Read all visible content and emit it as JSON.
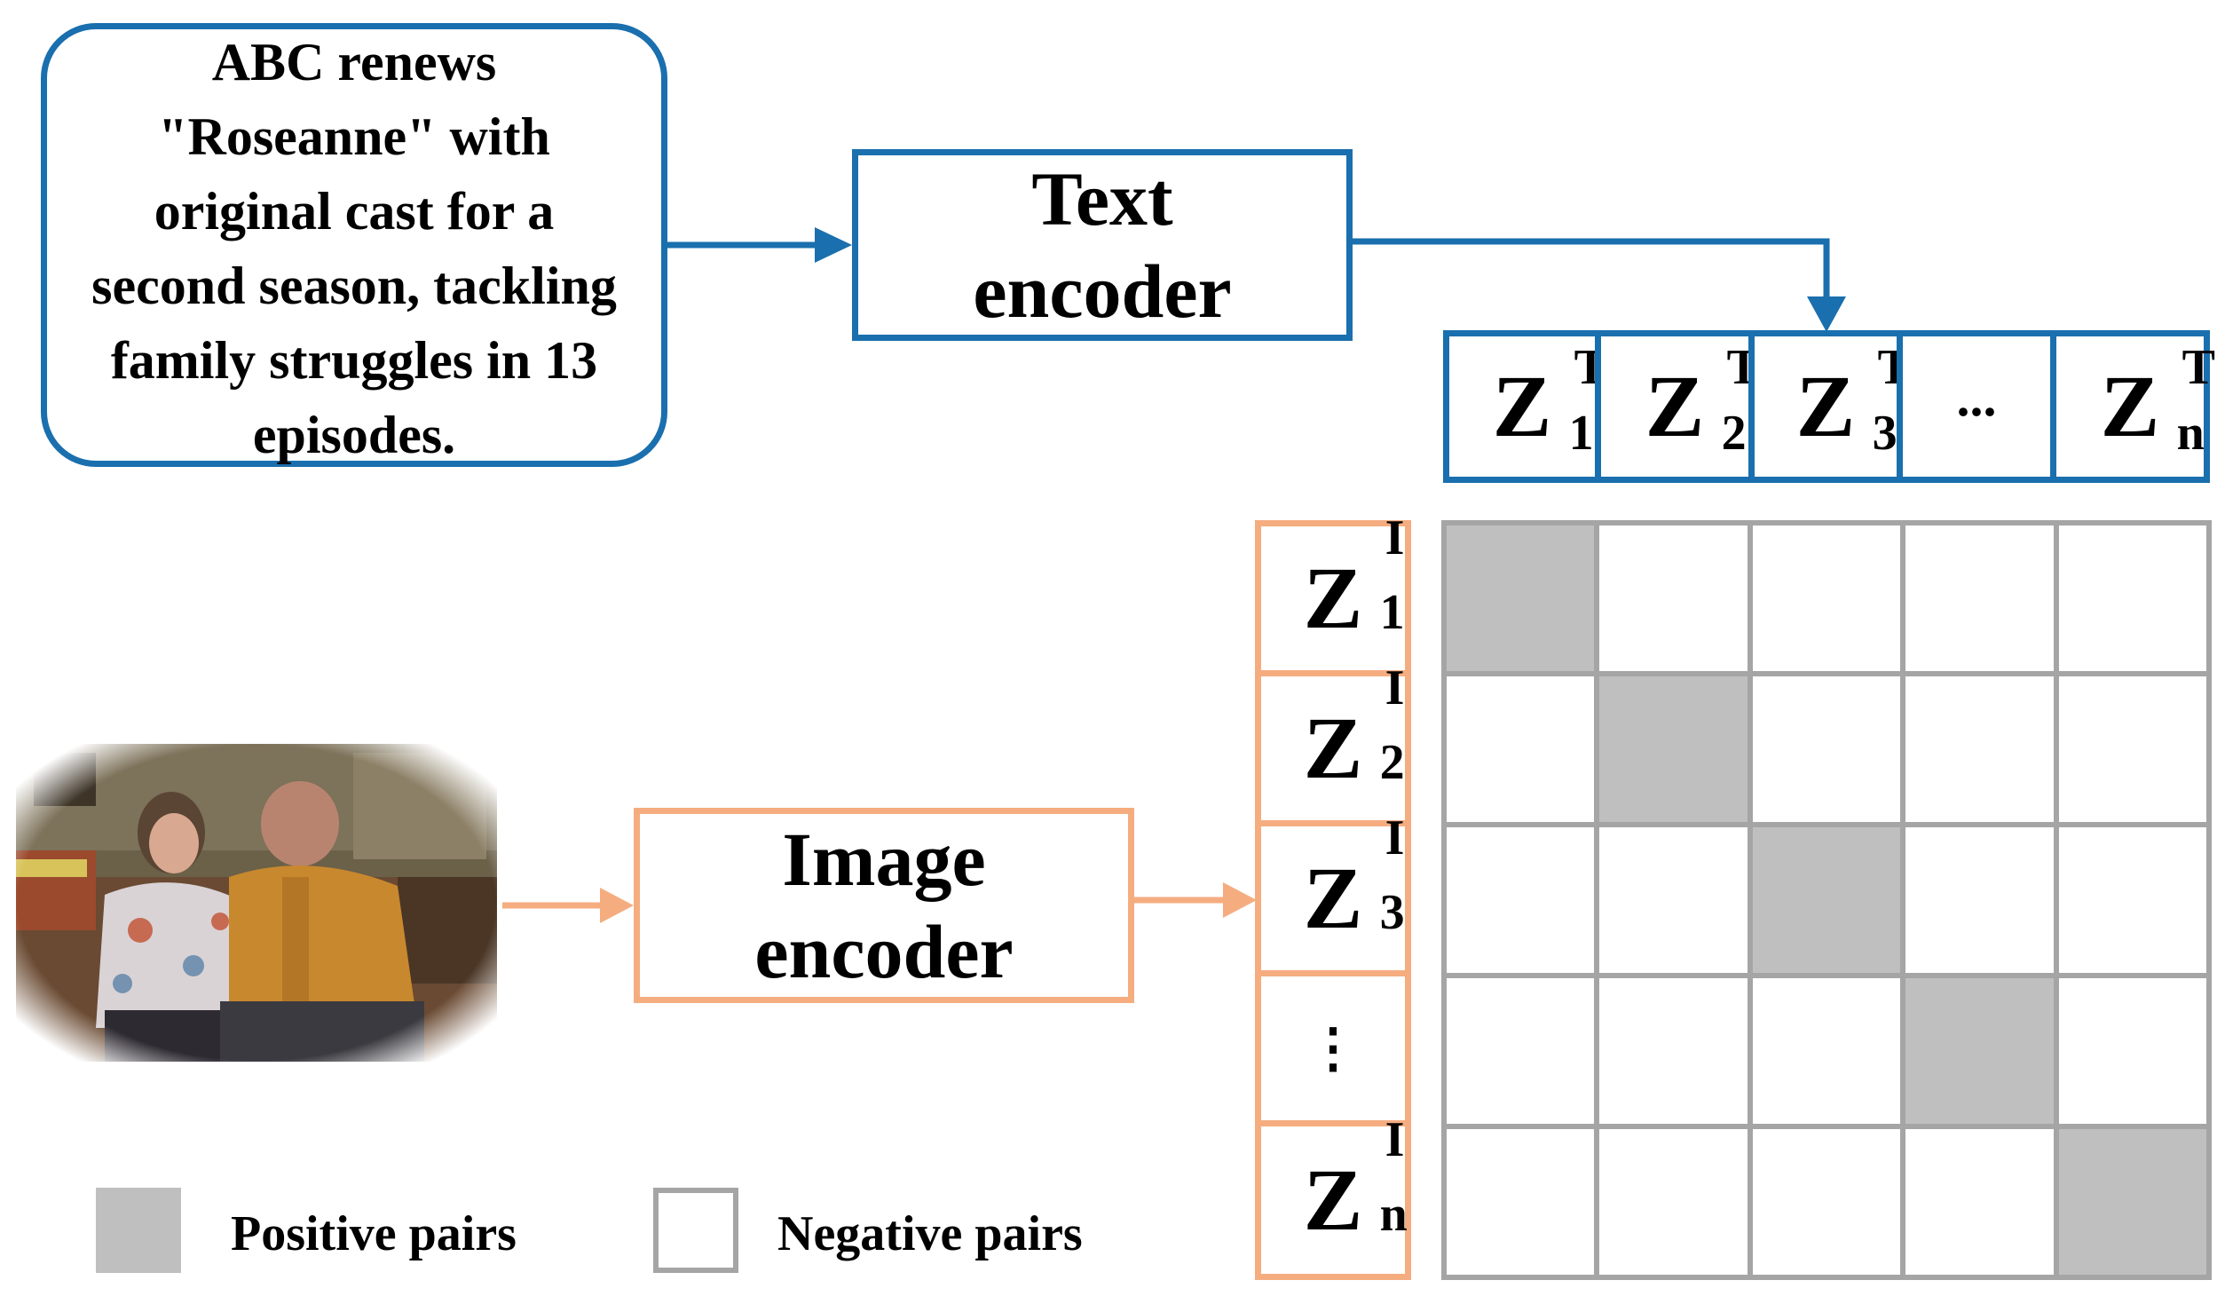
{
  "caption": {
    "lines": [
      "ABC renews",
      "\"Roseanne\" with",
      "original cast for a",
      "second season, tackling",
      "family struggles in 13",
      "episodes."
    ]
  },
  "text_encoder": {
    "line1": "Text",
    "line2": "encoder"
  },
  "image_encoder": {
    "line1": "Image",
    "line2": "encoder"
  },
  "text_embeddings": [
    {
      "base": "Z",
      "sup": "T",
      "sub": "1"
    },
    {
      "base": "Z",
      "sup": "T",
      "sub": "2"
    },
    {
      "base": "Z",
      "sup": "T",
      "sub": "3"
    },
    {
      "ellipsis": "..."
    },
    {
      "base": "Z",
      "sup": "T",
      "sub": "n"
    }
  ],
  "image_embeddings": [
    {
      "base": "Z",
      "sup": "I",
      "sub": "1"
    },
    {
      "base": "Z",
      "sup": "I",
      "sub": "2"
    },
    {
      "base": "Z",
      "sup": "I",
      "sub": "3"
    },
    {
      "ellipsis": "⋮"
    },
    {
      "base": "Z",
      "sup": "I",
      "sub": "n"
    }
  ],
  "similarity_matrix": {
    "size": 5,
    "positive_cells": [
      [
        0,
        0
      ],
      [
        1,
        1
      ],
      [
        2,
        2
      ],
      [
        3,
        3
      ],
      [
        4,
        4
      ]
    ]
  },
  "legend": {
    "positive": "Positive pairs",
    "negative": "Negative pairs"
  },
  "colors": {
    "text_branch": "#1a6fae",
    "image_branch": "#f5ad80",
    "grid_line": "#a5a5a5",
    "positive_fill": "#bfbfbf"
  }
}
